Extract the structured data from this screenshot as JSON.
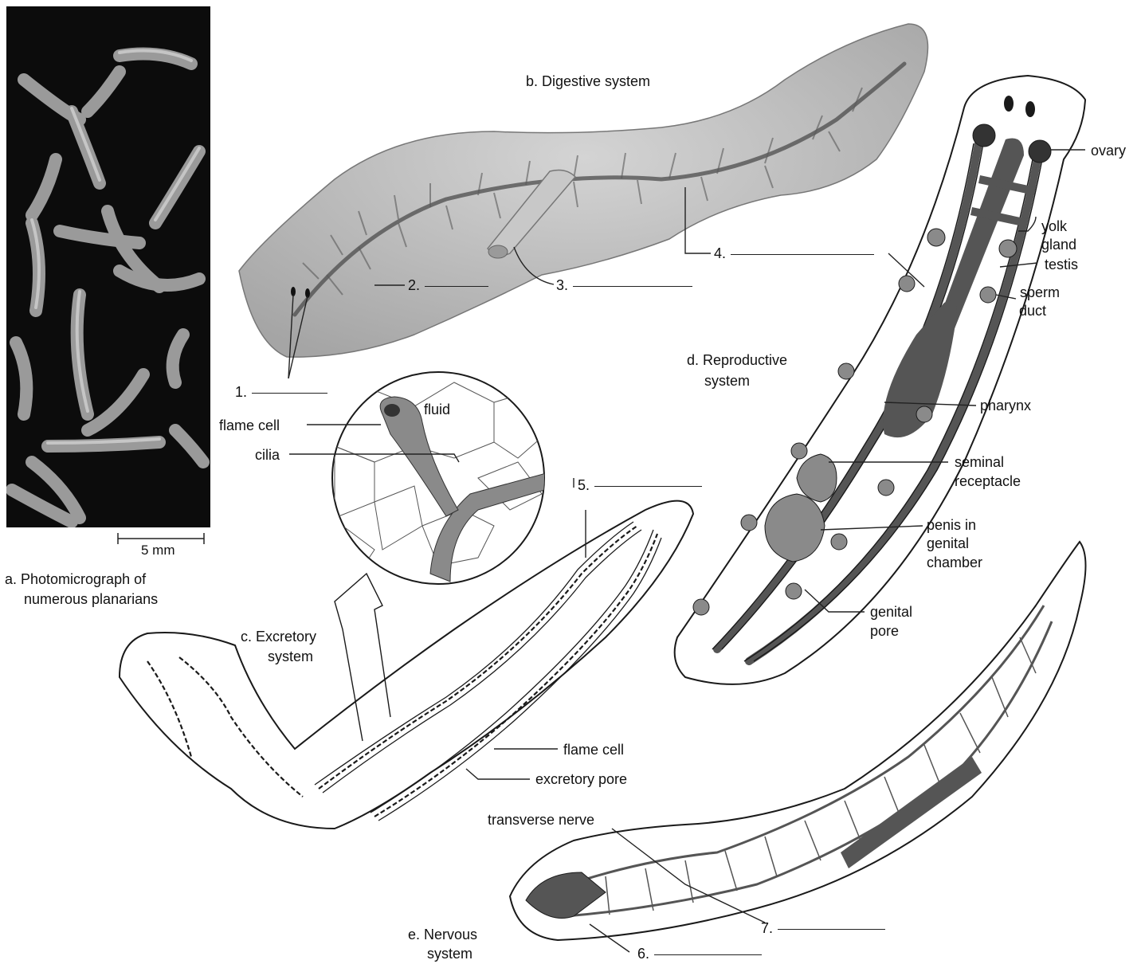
{
  "panels": {
    "a": {
      "caption_line1": "a. Photomicrograph of",
      "caption_line2": "numerous planarians",
      "scale_label": "5 mm"
    },
    "b": {
      "caption": "b. Digestive system"
    },
    "c": {
      "caption_line1": "c. Excretory",
      "caption_line2": "system"
    },
    "d": {
      "caption_line1": "d. Reproductive",
      "caption_line2": "system"
    },
    "e": {
      "caption_line1": "e. Nervous",
      "caption_line2": "system"
    }
  },
  "blanks": {
    "n1": "1.",
    "n2": "2.",
    "n3": "3.",
    "n4": "4.",
    "n5": "5.",
    "n6": "6.",
    "n7": "7."
  },
  "labels": {
    "fluid": "fluid",
    "flame_cell_inset": "flame cell",
    "cilia": "cilia",
    "flame_cell": "flame cell",
    "excretory_pore": "excretory pore",
    "ovary": "ovary",
    "yolk_line1": "yolk",
    "yolk_line2": "gland",
    "testis": "testis",
    "sperm_line1": "sperm",
    "sperm_line2": "duct",
    "pharynx": "pharynx",
    "seminal_line1": "seminal",
    "seminal_line2": "receptacle",
    "penis_line1": "penis in",
    "penis_line2": "genital",
    "penis_line3": "chamber",
    "genital_line1": "genital",
    "genital_line2": "pore",
    "transverse_nerve": "transverse nerve"
  },
  "colors": {
    "ink": "#1a1a1a",
    "dark_organ": "#555555",
    "mid_organ": "#8a8a8a",
    "photo_bg": "#0c0c0c",
    "worm_gray": "#b8b8b8"
  }
}
